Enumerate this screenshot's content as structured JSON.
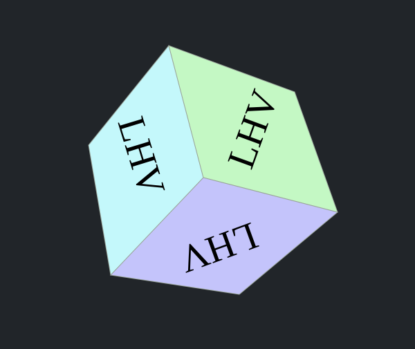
{
  "background_color": "#212529",
  "cube": {
    "faces": [
      {
        "id": "left",
        "label": "LHV",
        "color": "#c4f8fb"
      },
      {
        "id": "right",
        "label": "LHV",
        "color": "#c4f8c4"
      },
      {
        "id": "bottom",
        "label": "LHV",
        "color": "#c4c4fb"
      }
    ]
  }
}
